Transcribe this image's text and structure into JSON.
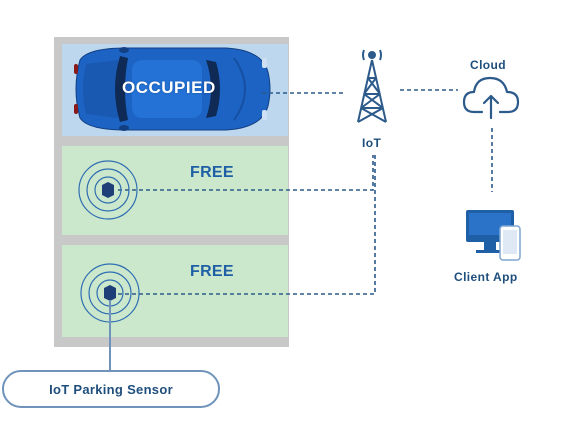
{
  "slots": {
    "occupied_label": "OCCUPIED",
    "free1_label": "FREE",
    "free2_label": "FREE"
  },
  "nodes": {
    "iot_label": "IoT",
    "cloud_label": "Cloud",
    "client_app_label": "Client App"
  },
  "sensor_callout": "IoT Parking Sensor",
  "icons": {
    "car": "car-icon",
    "tower": "antenna-tower-icon",
    "cloud": "cloud-upload-icon",
    "client": "desktop-and-phone-icon",
    "sensor": "sensor-waves-icon"
  },
  "colors": {
    "occupied_bay": "#bdd7ee",
    "free_bay": "#cce8cc",
    "accent": "#1f5fa6",
    "sensor_dot": "#1e3f77",
    "lines": "#2c5a8a"
  }
}
